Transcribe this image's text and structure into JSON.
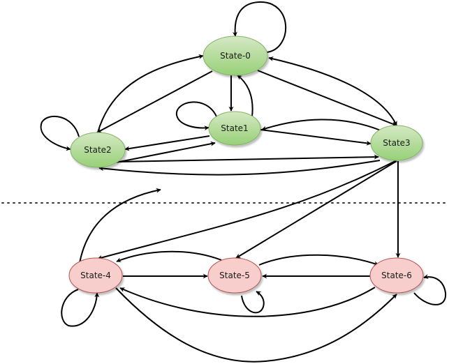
{
  "diagram": {
    "type": "state-machine",
    "divider": "dotted-horizontal-separator",
    "groups": [
      {
        "name": "upper",
        "fill": "#a9d18e",
        "stroke": "#82b366",
        "states": [
          "s0",
          "s1",
          "s2",
          "s3"
        ]
      },
      {
        "name": "lower",
        "fill": "#f8cecc",
        "stroke": "#b85450",
        "states": [
          "s4",
          "s5",
          "s6"
        ]
      }
    ],
    "nodes": [
      {
        "id": "s0",
        "label": "State-0",
        "group": "upper"
      },
      {
        "id": "s1",
        "label": "State1",
        "group": "upper"
      },
      {
        "id": "s2",
        "label": "State2",
        "group": "upper"
      },
      {
        "id": "s3",
        "label": "State3",
        "group": "upper"
      },
      {
        "id": "s4",
        "label": "State-4",
        "group": "lower"
      },
      {
        "id": "s5",
        "label": "State-5",
        "group": "lower"
      },
      {
        "id": "s6",
        "label": "State-6",
        "group": "lower"
      }
    ],
    "edges": [
      {
        "from": "s0",
        "to": "s0",
        "kind": "self-loop"
      },
      {
        "from": "s0",
        "to": "s1"
      },
      {
        "from": "s1",
        "to": "s0"
      },
      {
        "from": "s0",
        "to": "s2"
      },
      {
        "from": "s2",
        "to": "s0"
      },
      {
        "from": "s0",
        "to": "s3"
      },
      {
        "from": "s3",
        "to": "s0",
        "note": "curved, arrowheads at both ends"
      },
      {
        "from": "s1",
        "to": "s1",
        "kind": "self-loop"
      },
      {
        "from": "s1",
        "to": "s2"
      },
      {
        "from": "s2",
        "to": "s1"
      },
      {
        "from": "s1",
        "to": "s3"
      },
      {
        "from": "s3",
        "to": "s1"
      },
      {
        "from": "s2",
        "to": "s2",
        "kind": "self-loop"
      },
      {
        "from": "s2",
        "to": "s3"
      },
      {
        "from": "s3",
        "to": "s2"
      },
      {
        "from": "s3",
        "to": "s4"
      },
      {
        "from": "s3",
        "to": "s5"
      },
      {
        "from": "s3",
        "to": "s6"
      },
      {
        "from": "s4",
        "to": "(dangling, toward upper region)"
      },
      {
        "from": "s4",
        "to": "s4",
        "kind": "self-loop"
      },
      {
        "from": "s4",
        "to": "s5"
      },
      {
        "from": "s5",
        "to": "s4"
      },
      {
        "from": "s4",
        "to": "s6"
      },
      {
        "from": "s6",
        "to": "s4"
      },
      {
        "from": "s5",
        "to": "s5",
        "kind": "self-loop"
      },
      {
        "from": "s5",
        "to": "s6"
      },
      {
        "from": "s6",
        "to": "s5"
      },
      {
        "from": "s6",
        "to": "s6",
        "kind": "self-loop"
      }
    ]
  }
}
